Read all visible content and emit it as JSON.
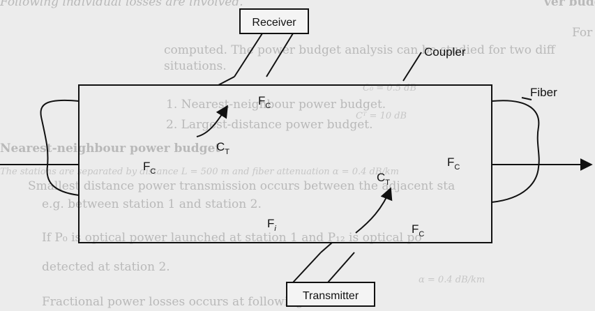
{
  "background_text": {
    "lines": [
      "Following individual losses are involved.",
      "ver budget",
      "For power budget analysis, fractional power losses in each link eleme",
      "computed. The power budget analysis can be studied for two diff",
      "situations.",
      "1. Nearest-neighbour power budget.",
      "2. Largest-distance power budget.",
      "Nearest-neighbour power budget",
      "Smallest distance power transmission occurs between the adjacent sta",
      "e.g. between station 1 and station 2.",
      "If P₀ is optical power launched at station 1 and P₁₂ is optical po",
      "detected at station 2.",
      "Fractional power losses occurs at following elements."
    ],
    "formulas": [
      "C₀ = 0.5 dB",
      "Cᵀ = 10 dB",
      "The stations are separated by distance L = 500 m and fiber attenuation α = 0.4 dB/km",
      "α = 0.4 dB/km"
    ]
  },
  "diagram": {
    "receiver_label": "Receiver",
    "transmitter_label": "Transmitter",
    "coupler_label": "Coupler",
    "fiber_label": "Fiber",
    "fc_main": "F",
    "fc_sub": "C",
    "ct_main": "C",
    "ct_sub": "T",
    "fi_main": "F",
    "fi_sub": "i"
  }
}
